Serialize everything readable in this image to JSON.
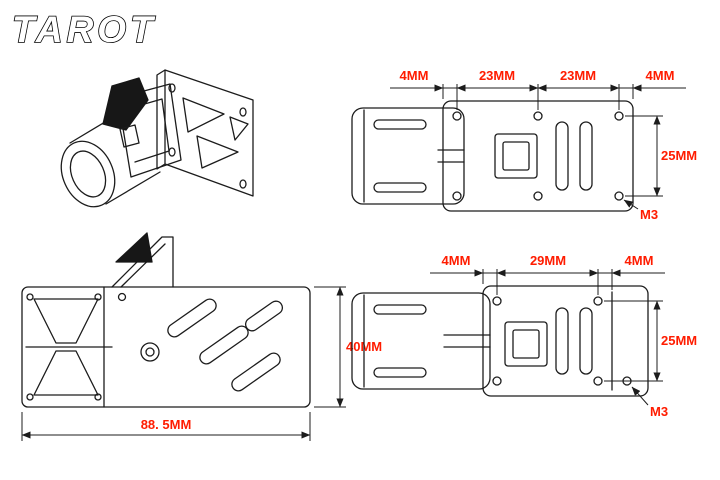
{
  "logo": {
    "text": "TAROT"
  },
  "colors": {
    "dimension_text": "#ff1c00",
    "drawing_line": "#1c1c1c",
    "background": "#ffffff"
  },
  "side_view": {
    "width_label": "88. 5MM",
    "height_label": "40MM"
  },
  "top_view_upper": {
    "dims": [
      "4MM",
      "23MM",
      "23MM",
      "4MM"
    ],
    "vertical_dim": "25MM",
    "thread_label": "M3"
  },
  "top_view_lower": {
    "dims": [
      "4MM",
      "29MM",
      "4MM"
    ],
    "vertical_dim": "25MM",
    "thread_label": "M3"
  }
}
